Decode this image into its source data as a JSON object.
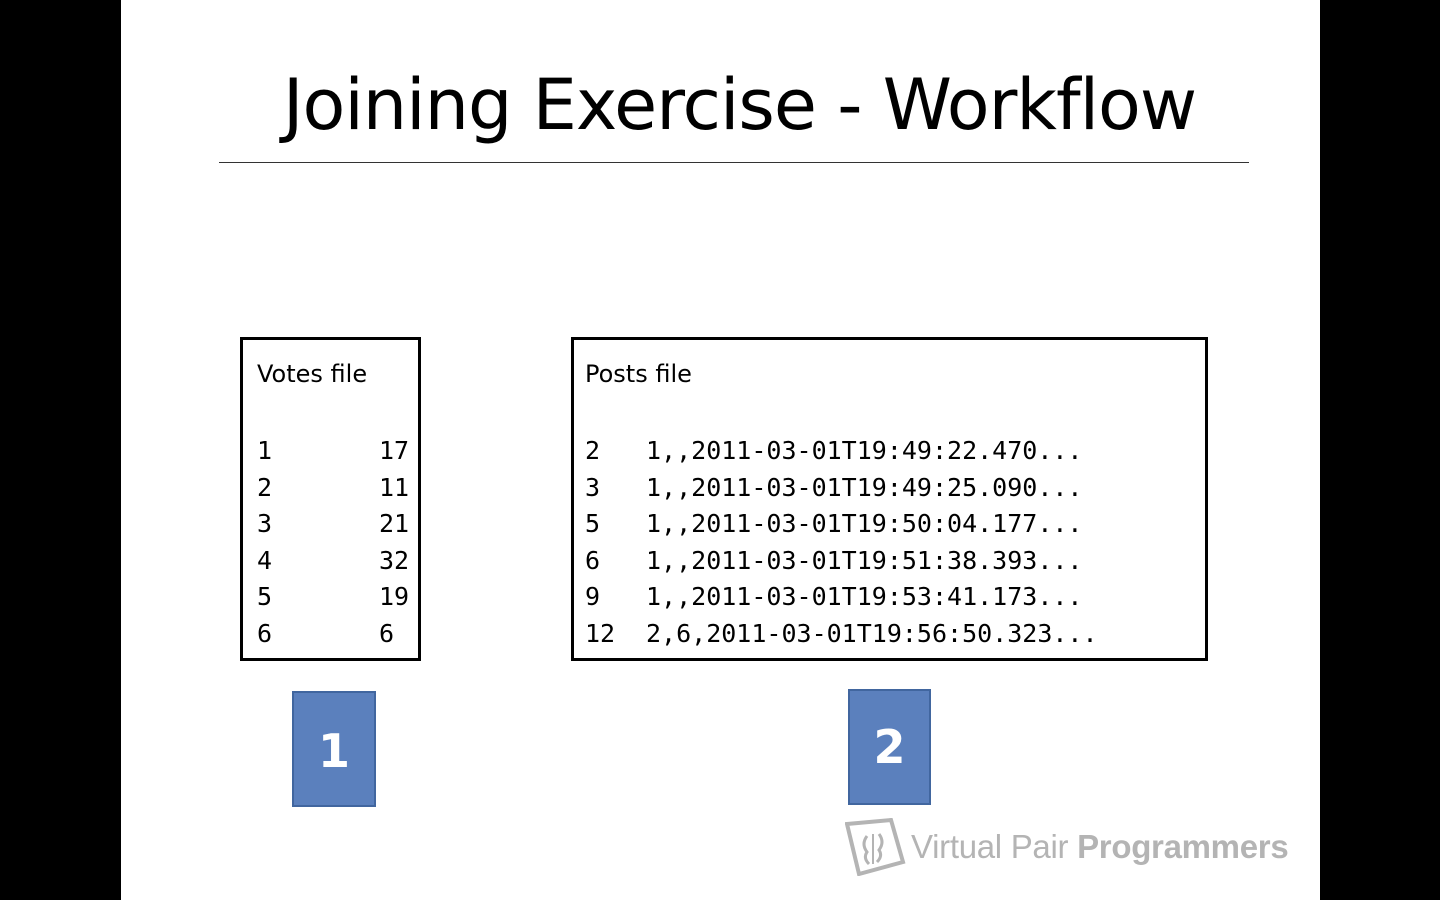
{
  "slide": {
    "title": "Joining Exercise - Workflow"
  },
  "votes_file": {
    "title": "Votes file",
    "rows": [
      {
        "key": "1",
        "value": "17"
      },
      {
        "key": "2",
        "value": "11"
      },
      {
        "key": "3",
        "value": "21"
      },
      {
        "key": "4",
        "value": "32"
      },
      {
        "key": "5",
        "value": "19"
      },
      {
        "key": "6",
        "value": "6"
      }
    ]
  },
  "posts_file": {
    "title": "Posts file",
    "rows": [
      {
        "key": "2",
        "value": "1,,2011-03-01T19:49:22.470..."
      },
      {
        "key": "3",
        "value": "1,,2011-03-01T19:49:25.090..."
      },
      {
        "key": "5",
        "value": "1,,2011-03-01T19:50:04.177..."
      },
      {
        "key": "6",
        "value": "1,,2011-03-01T19:51:38.393..."
      },
      {
        "key": "9",
        "value": "1,,2011-03-01T19:53:41.173..."
      },
      {
        "key": "12",
        "value": "2,6,2011-03-01T19:56:50.323..."
      }
    ]
  },
  "steps": {
    "step1": "1",
    "step2": "2"
  },
  "watermark": {
    "brand_light": "Virtual Pair ",
    "brand_bold": "Programmers",
    "logo_icon": "vpp-logo-icon"
  },
  "colors": {
    "step_fill": "#5b80bd",
    "step_border": "#41669f",
    "watermark": "#b4b4b4",
    "letterbox": "#000000"
  }
}
